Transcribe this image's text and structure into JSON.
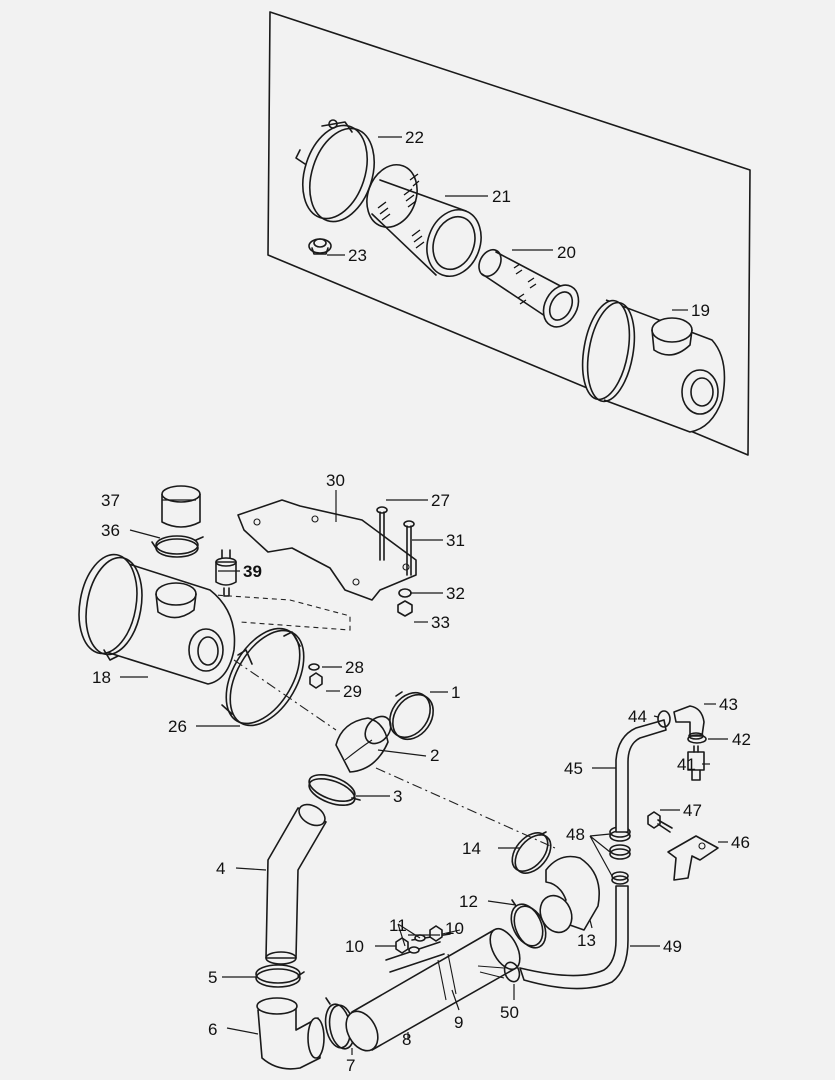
{
  "callouts": {
    "c1": "1",
    "c2": "2",
    "c3": "3",
    "c4": "4",
    "c5": "5",
    "c6": "6",
    "c7": "7",
    "c8": "8",
    "c9": "9",
    "c10a": "10",
    "c10b": "10",
    "c11": "11",
    "c12": "12",
    "c13": "13",
    "c14": "14",
    "c18": "18",
    "c19": "19",
    "c20": "20",
    "c21": "21",
    "c22": "22",
    "c23": "23",
    "c26": "26",
    "c27": "27",
    "c28": "28",
    "c29": "29",
    "c30": "30",
    "c31": "31",
    "c32": "32",
    "c33": "33",
    "c36": "36",
    "c37": "37",
    "c39": "39",
    "c41": "41",
    "c42": "42",
    "c43": "43",
    "c44": "44",
    "c45": "45",
    "c46": "46",
    "c47": "47",
    "c48": "48",
    "c49": "49",
    "c50": "50"
  }
}
